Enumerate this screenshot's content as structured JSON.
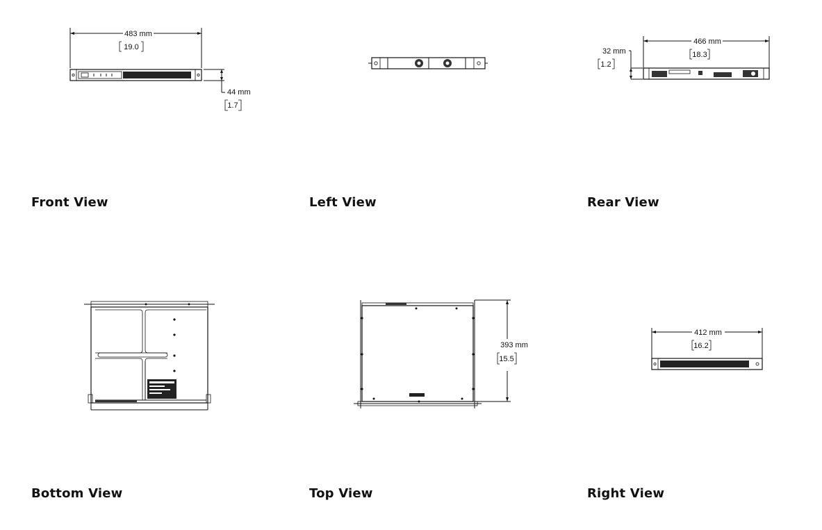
{
  "views": [
    {
      "id": "front",
      "title": "Front View",
      "dimensions": [
        {
          "mm": "483 mm",
          "inch": "19.0"
        },
        {
          "mm": "44 mm",
          "inch": "1.7"
        }
      ]
    },
    {
      "id": "left",
      "title": "Left View",
      "dimensions": []
    },
    {
      "id": "rear",
      "title": "Rear View",
      "dimensions": [
        {
          "mm": "466 mm",
          "inch": "18.3"
        },
        {
          "mm": "32 mm",
          "inch": "1.2"
        }
      ]
    },
    {
      "id": "bottom",
      "title": "Bottom View",
      "dimensions": []
    },
    {
      "id": "top",
      "title": "Top View",
      "dimensions": [
        {
          "mm": "393 mm",
          "inch": "15.5"
        }
      ]
    },
    {
      "id": "right",
      "title": "Right View",
      "dimensions": [
        {
          "mm": "412 mm",
          "inch": "16.2"
        }
      ]
    }
  ]
}
